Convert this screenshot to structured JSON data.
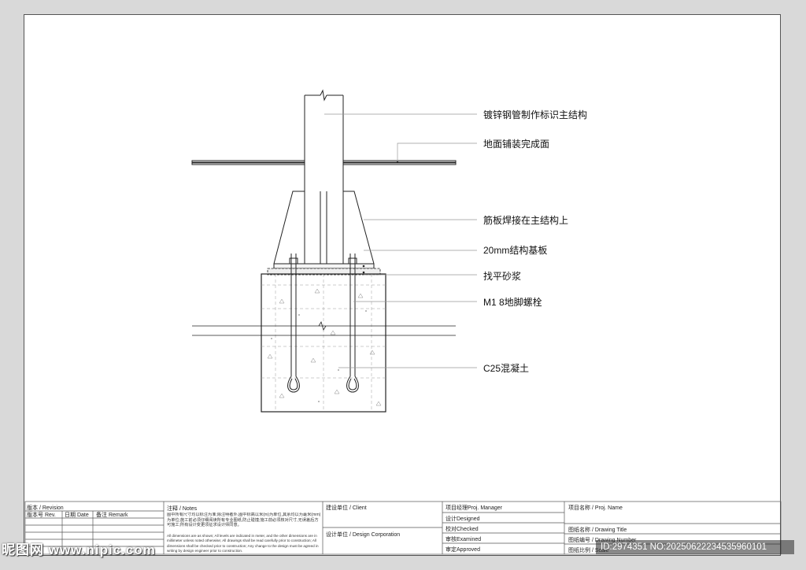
{
  "callouts": {
    "c1": "镀锌钢管制作标识主结构",
    "c2": "地面铺装完成面",
    "c3": "筋板焊接在主结构上",
    "c4": "20mm结构基板",
    "c5": "找平砂浆",
    "c6": "M1 8地脚螺栓",
    "c7": "C25混凝土"
  },
  "title_block": {
    "revision": "版本 / Revision",
    "rev_no": "版本号 Rev.",
    "date": "日期 Date",
    "remark": "备注 Remark",
    "notes_title": "注释 / Notes",
    "notes_cn": "图中所有尺寸均以标注为准;除注明者外,图中标高以米(m)为单位,其余均以为毫米(mm)为单位;施工前必须仔细阅读所有专业图纸,防止碰撞;施工前必须核对尺寸,无误差后方可施工;所有设计变更须征求设计师同意。",
    "notes_en": "All dimensions are as shown; All levels are indicated in meter, and the other dimensions are in millimeter unless noted otherwise; All drawings shall be read carefully prior to construction; All dimensions shall be checked prior to construction; Any change to the design must be agreed in writing by design engineer prior to construction.",
    "client": "建设单位 / Client",
    "design_corp": "设计单位 / Design Corporation",
    "manager": "项目经理Proj. Manager",
    "designed": "设计Designed",
    "checked": "校对Checked",
    "examined": "审核Examined",
    "approved": "审定Approved",
    "proj_name": "项目名称 / Proj. Name",
    "drawing_title": "图纸名称 / Drawing Title",
    "drawing_number": "图纸编号 / Drawing Number",
    "scale": "图纸比例 / Scale"
  },
  "watermark": {
    "site": "昵图网 www.nipic.com",
    "id": "ID:2974351 NO:20250622234535960101"
  }
}
